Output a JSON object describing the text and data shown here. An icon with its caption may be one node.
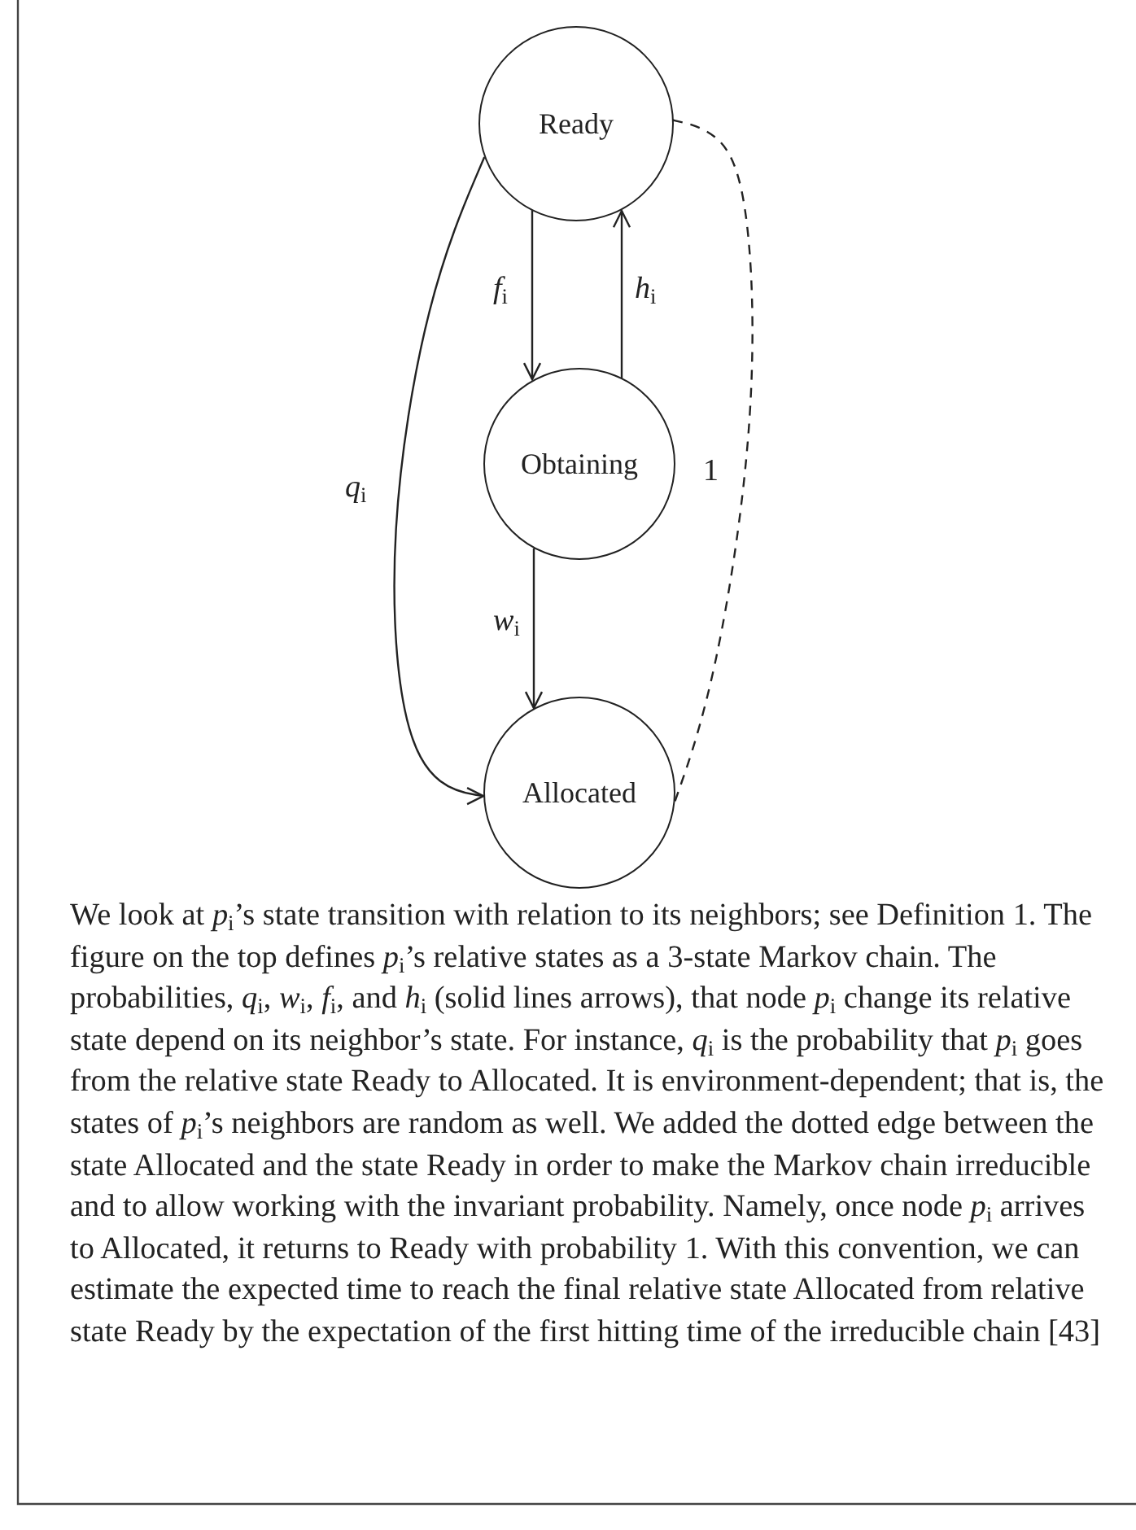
{
  "diagram": {
    "caption": "We look at *p*$_{i}$’s state transition with relation to its neighbors; see Definition 1. The figure on the top defines *p*$_{i}$’s relative states as a 3-state Markov chain. The probabilities, *q*$_{i}$, *w*$_{i}$, *f*$_{i}$, and *h*$_{i}$ (solid lines arrows), that node *p*$_{i}$ change its relative state depend on its neighbor’s state. For instance, *q*$_{i}$ is the probability that *p*$_{i}$ goes from the relative state Ready to Allocated. It is environment-dependent; that is, the states of *p*$_{i}$’s neighbors are random as well. We added the dotted edge between the state Allocated and the state Ready in order to make the Markov chain irreducible and to allow working with the invariant probability. Namely, once node *p*$_{i}$ arrives to Allocated, it returns to Ready with probability 1. With this convention, we can estimate the expected time to reach the final relative state Allocated from relative state Ready by the expectation of the first hitting time of the irreducible chain [43]",
    "nodes": [
      {
        "text": [
          "Ready"
        ]
      },
      {
        "text": [
          "Obtaining"
        ]
      },
      {
        "text": [
          "Allocated"
        ]
      }
    ],
    "edges": [
      {
        "from": 0,
        "to": 1,
        "arrow": "to",
        "label": "*f*$_{i}$"
      },
      {
        "from": 1,
        "to": 0,
        "arrow": "to",
        "label": "*h*$_{i}$"
      },
      {
        "from": 1,
        "to": 2,
        "arrow": "to",
        "label": "*w*$_{i}$"
      },
      {
        "from": 0,
        "to": 2,
        "arrow": "to",
        "label": "*q*$_{i}$"
      },
      {
        "from": 2,
        "to": 0,
        "arrow": "to",
        "label": "1",
        "style": "dashed"
      }
    ]
  }
}
